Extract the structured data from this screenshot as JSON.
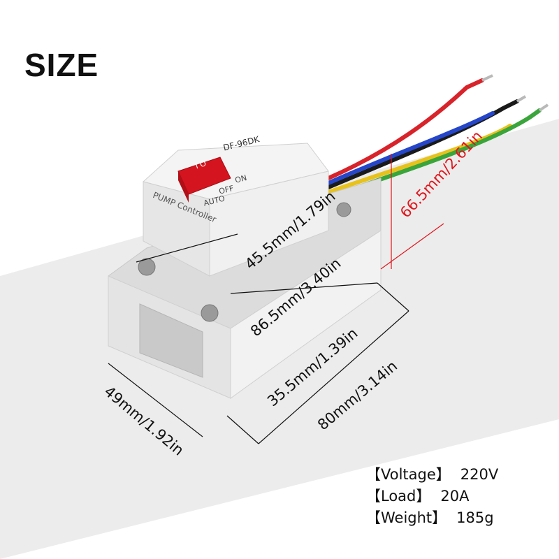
{
  "title": "SIZE",
  "device": {
    "model": "DF-96DK",
    "switch_mark": "I  O",
    "panel_text": "PUMP Controller",
    "mode_on": "ON",
    "mode_off": "OFF",
    "mode_auto": "AUTO"
  },
  "dimensions": {
    "height_wires": "66.5mm/2.61in",
    "top_width": "45.5mm/1.79in",
    "length_total": "86.5mm/3.40in",
    "base_width": "35.5mm/1.39in",
    "base_length": "80mm/3.14in",
    "depth": "49mm/1.92in"
  },
  "specs": [
    {
      "label": "【Voltage】",
      "value": "220V"
    },
    {
      "label": "【Load】",
      "value": "20A"
    },
    {
      "label": "【Weight】",
      "value": "185g"
    }
  ],
  "colors": {
    "wire_red": "#d8232a",
    "wire_black": "#1a1a1a",
    "wire_blue": "#2546c9",
    "wire_green": "#3aa53a",
    "wire_yellow": "#e8c21c",
    "switch": "#d4141e",
    "body": "#ececec",
    "dimension_red": "#e0141b"
  }
}
